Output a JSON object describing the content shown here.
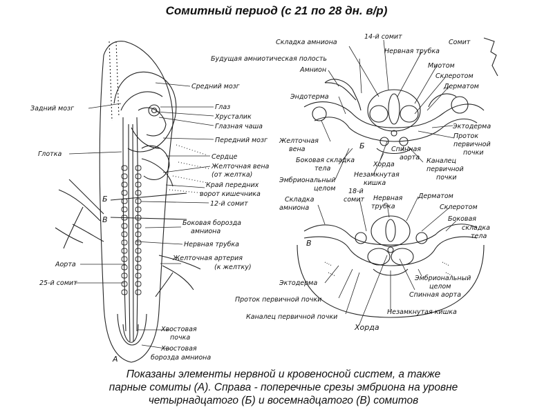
{
  "title": "Сомитный период (с 21 по 28 дн. в/р)",
  "caption": {
    "line1": "Показаны элементы нервной и кровеносной систем, а также",
    "line2": "парные сомиты (А). Справа - поперечные срезы эмбриона на уровне",
    "line3": "четырнадцатого (Б) и восемнадцатого (В) сомитов"
  },
  "left_labels": {
    "zadniy_mozg": "Задний мозг",
    "glotka": "Глотка",
    "aorta": "Аорта",
    "somit_25": "25-й сомит",
    "sredniy_mozg": "Средний мозг",
    "glaz": "Глаз",
    "khrustalik": "Хрусталик",
    "glaznaya_chasha": "Глазная чаша",
    "peredniy_mozg": "Передний мозг",
    "serdtse": "Сердце",
    "zheltochnaya_vena_1": "Желточная вена",
    "zheltochnaya_vena_2": "(от желтка)",
    "kray_1": "Край передних",
    "kray_2": "ворот кишечника",
    "somit_12": "12-й сомит",
    "bokovaya_borozda_1": "Боковая борозда",
    "bokovaya_borozda_2": "амниона",
    "nervnaya_trubka": "Нервная трубка",
    "zheltochnaya_arteriya_1": "Желточная артерия",
    "zheltochnaya_arteriya_2": "(к желтку)",
    "khvostovaya_pochka_1": "Хвостовая",
    "khvostovaya_pochka_2": "почка",
    "khvostovaya_borozda_1": "Хвостовая",
    "khvostovaya_borozda_2": "борозда амниона",
    "letter_a": "А",
    "letter_b": "Б",
    "letter_v": "В"
  },
  "section_b": {
    "skladka_amniona": "Складка амниона",
    "somit_14": "14-й сомит",
    "somit": "Сомит",
    "budushchaya_1": "Будущая амниотическая полость",
    "amnion": "Амнион",
    "nervnaya_trubka": "Нервная трубка",
    "miotom": "Миотом",
    "sklerotom": "Склеротом",
    "dermatom": "Дерматом",
    "endoderma": "Эндотерма",
    "ektoderma": "Эктодерма",
    "protok_1": "Проток",
    "protok_2": "первичной",
    "protok_3": "почки",
    "zheltochnaya_vena_1": "Желточная",
    "zheltochnaya_vena_2": "вена",
    "letter_b": "Б",
    "bokovaya_1": "Боковая складка",
    "bokovaya_2": "тела",
    "spinnaya_1": "Спинная",
    "spinnaya_2": "аорта",
    "kanalets_1": "Каналец",
    "kanalets_2": "первичной",
    "kanalets_3": "почки",
    "khorda": "Хорда",
    "embrionalny_1": "Эмбриональный",
    "embrionalny_2": "целом",
    "nezamknutaya_1": "Незамкнутая",
    "nezamknutaya_2": "кишка"
  },
  "section_v": {
    "skladka_1": "Складка",
    "skladka_2": "амниона",
    "somit_18_1": "18-й",
    "somit_18_2": "сомит",
    "nervnaya_1": "Нервная",
    "nervnaya_2": "трубка",
    "dermatom": "Дерматом",
    "sklerotom": "Склеротом",
    "bokovaya_1": "Боковая",
    "bokovaya_2": "складка",
    "bokovaya_3": "тела",
    "letter_v": "В",
    "ektoderma": "Эктодерма",
    "embrionalny_1": "Эмбриональный",
    "embrionalny_2": "целом",
    "spinnaya": "Спинная аорта",
    "protok": "Проток первичной почки",
    "kanalets": "Каналец первичной почки",
    "nezamknutaya": "Незамкнутая кишка",
    "khorda": "Хорда"
  }
}
